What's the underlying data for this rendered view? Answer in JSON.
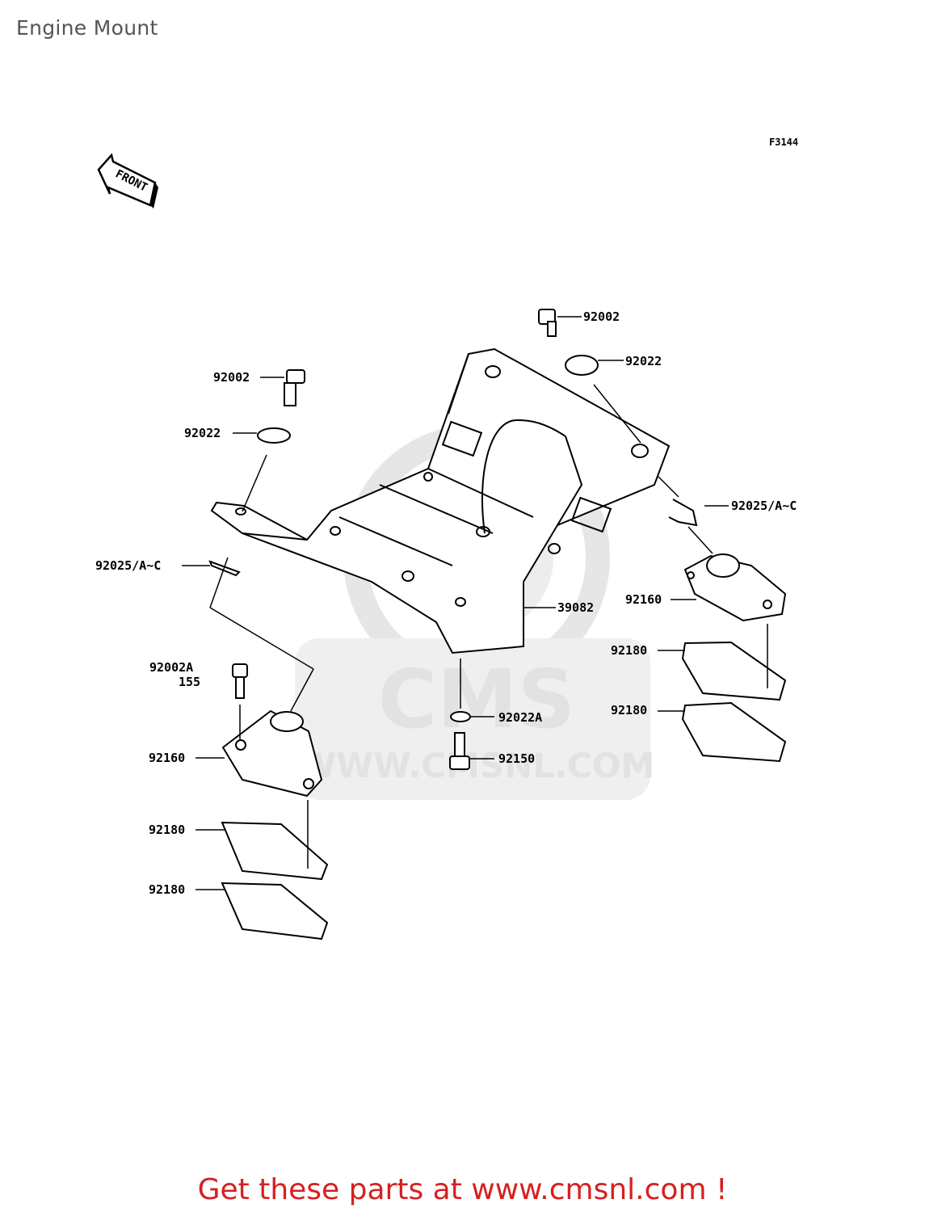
{
  "title": "Engine Mount",
  "figure_code": "F3144",
  "front_label": "FRONT",
  "watermark": {
    "brand": "CMS",
    "url": "WWW.CMSNL.COM"
  },
  "parts": [
    {
      "number": "92002"
    },
    {
      "number": "92022"
    },
    {
      "number": "92002"
    },
    {
      "number": "92022"
    },
    {
      "number": "92025/A~C"
    },
    {
      "number": "92025/A~C"
    },
    {
      "number": "92160"
    },
    {
      "number": "39082"
    },
    {
      "number": "92180"
    },
    {
      "number": "92180"
    },
    {
      "number": "92002A"
    },
    {
      "number": "155"
    },
    {
      "number": "92022A"
    },
    {
      "number": "92150"
    },
    {
      "number": "92160"
    },
    {
      "number": "92180"
    },
    {
      "number": "92180"
    }
  ],
  "footer": "Get these parts at www.cmsnl.com !",
  "colors": {
    "title": "#555555",
    "footer": "#d62020",
    "lines": "#000000",
    "watermark": "#e2e2e2"
  }
}
